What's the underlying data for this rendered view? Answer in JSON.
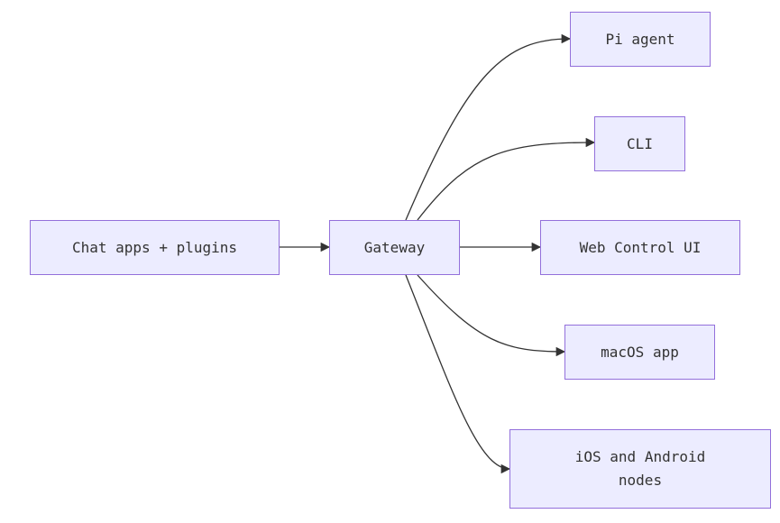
{
  "diagram": {
    "nodes": [
      {
        "id": "chat",
        "label": "Chat apps + plugins"
      },
      {
        "id": "gateway",
        "label": "Gateway"
      },
      {
        "id": "pi",
        "label": "Pi agent"
      },
      {
        "id": "cli",
        "label": "CLI"
      },
      {
        "id": "web",
        "label": "Web Control UI"
      },
      {
        "id": "macos",
        "label": "macOS app"
      },
      {
        "id": "mobile",
        "label": "iOS and Android\nnodes"
      }
    ],
    "edges": [
      {
        "from": "chat",
        "to": "gateway"
      },
      {
        "from": "gateway",
        "to": "pi"
      },
      {
        "from": "gateway",
        "to": "cli"
      },
      {
        "from": "gateway",
        "to": "web"
      },
      {
        "from": "gateway",
        "to": "macos"
      },
      {
        "from": "gateway",
        "to": "mobile"
      }
    ],
    "colors": {
      "node_fill": "#ececff",
      "node_border": "#9370db",
      "edge": "#333333",
      "text": "#333333"
    }
  }
}
